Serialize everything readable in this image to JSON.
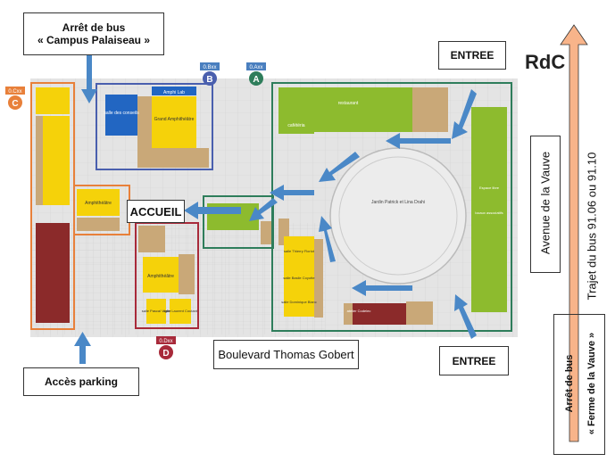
{
  "title": "RdC",
  "labels": {
    "bus_stop_campus_line1": "Arrêt de bus",
    "bus_stop_campus_line2": "« Campus Palaiseau »",
    "entree_top": "ENTREE",
    "entree_bottom": "ENTREE",
    "accueil": "ACCUEIL",
    "acces_parking": "Accès parking",
    "boulevard": "Boulevard Thomas Gobert",
    "avenue": "Avenue de la Vauve",
    "bus_route": "Trajet du bus 91.06 ou 91.10",
    "bus_stop_vauve_line1": "Arrêt de bus",
    "bus_stop_vauve_line2": "« Ferme de la Vauve »"
  },
  "wings": [
    {
      "letter": "A",
      "code": "0.Axx",
      "color": "#2e7d5b"
    },
    {
      "letter": "B",
      "code": "0.Bxx",
      "color": "#4a5fae"
    },
    {
      "letter": "C",
      "code": "0.Cxx",
      "color": "#e8803a"
    },
    {
      "letter": "D",
      "code": "0.Dxx",
      "color": "#a82a3a"
    }
  ],
  "rooms": {
    "amphi_lab": "Amphi Lab",
    "salle_conseils": "salle des conseils",
    "grand_amphi": "Grand Amphithéâtre",
    "amphitheatre_c": "Amphithéâtre",
    "amphitheatre_d": "Amphithéâtre",
    "restaurant": "restaurant",
    "cafeteria": "cafétéria",
    "jardin": "Jardin Patrick et Lina Drahi",
    "thierry_floriot": "salle Thierry Floriot",
    "basile_coyotte": "salle Basile Coyotte",
    "dominique_blanc": "salle Dominique Blanc",
    "pascal_vigier": "salle Pascal Vigier",
    "laurent_coutant": "salle Laurent Coutant",
    "atelier": "atelier Codelec",
    "espace_libre": "Espace libre",
    "espace_associatifs": "locaux associatifs"
  },
  "colors": {
    "green_zone": "#8dbb2e",
    "yellow_zone": "#f5d20a",
    "red_zone": "#8b2a2a",
    "blue_zone": "#2266c2",
    "tan_zone": "#c9a878",
    "arrow": "#4a88c7",
    "bus_route_fill": "#f8b48a"
  }
}
